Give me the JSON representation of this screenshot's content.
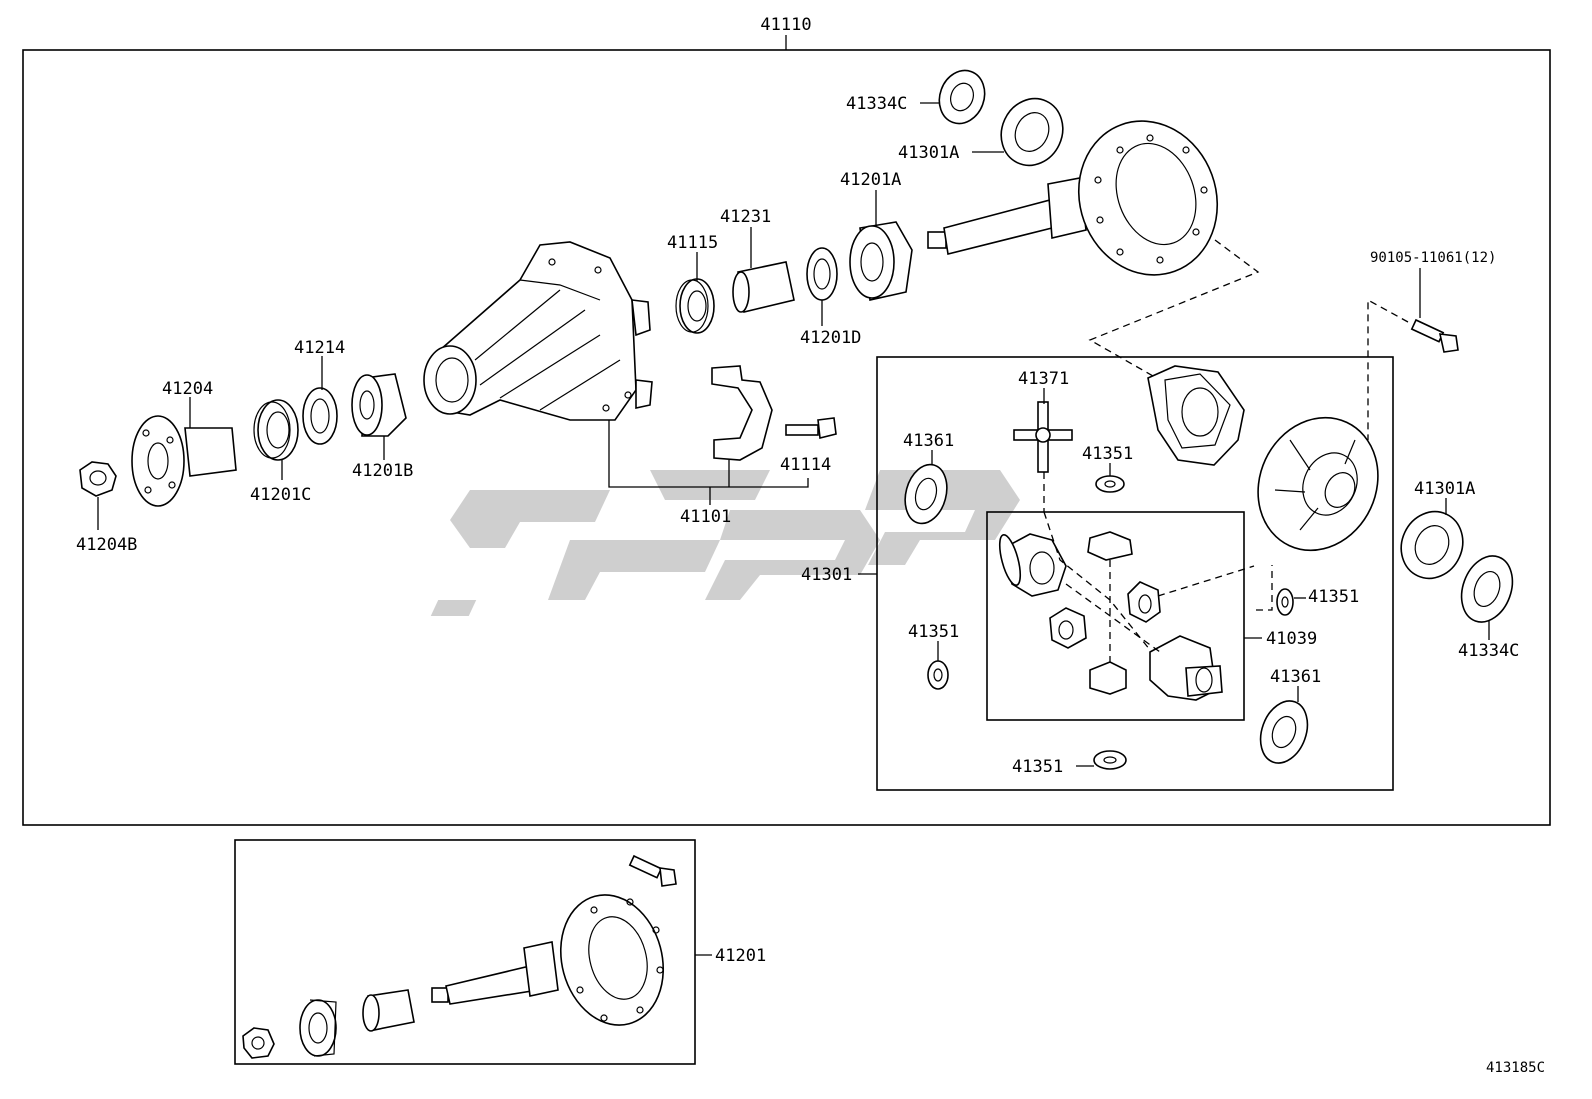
{
  "diagram_code": "413185C",
  "assembly_number": "41110",
  "sub_assembly_number": "41201",
  "bolt_label": "90105-11061(12)",
  "labels": {
    "l41334C_top": "41334C",
    "l41301A_top": "41301A",
    "l41201A": "41201A",
    "l41231": "41231",
    "l41115": "41115",
    "l41201D": "41201D",
    "l41214": "41214",
    "l41204": "41204",
    "l41201C": "41201C",
    "l41201B": "41201B",
    "l41204B": "41204B",
    "l41114": "41114",
    "l41101": "41101",
    "l41371": "41371",
    "l41361_left": "41361",
    "l41351_top": "41351",
    "l41301": "41301",
    "l41351_left": "41351",
    "l41351_right": "41351",
    "l41039": "41039",
    "l41361_right": "41361",
    "l41351_bottom": "41351",
    "l41301A_right": "41301A",
    "l41334C_right": "41334C"
  },
  "colors": {
    "line": "#000000",
    "watermark": "#cfcfcf",
    "background": "#ffffff"
  }
}
